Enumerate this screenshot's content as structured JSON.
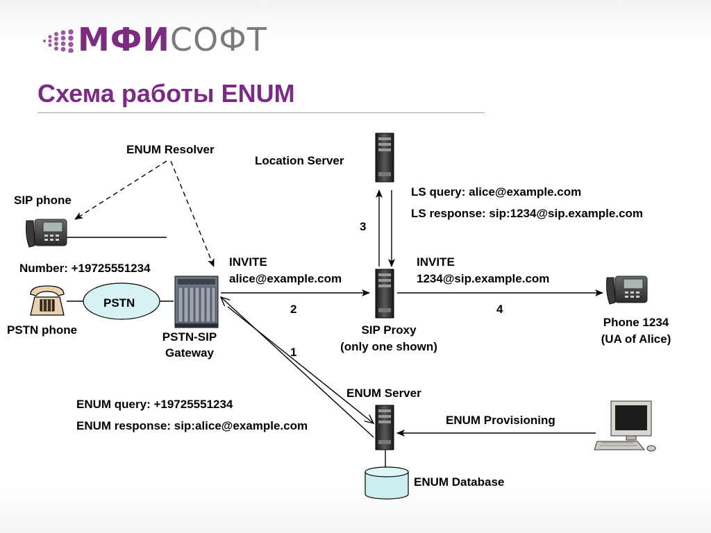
{
  "logo": {
    "part1": "МФИ",
    "part2": "СОФТ"
  },
  "title": "Схема работы ENUM",
  "labels": {
    "enum_resolver": "ENUM Resolver",
    "location_server": "Location Server",
    "sip_phone": "SIP phone",
    "ls_query": "LS query: alice@example.com",
    "ls_response": "LS response: sip:1234@sip.example.com",
    "number": "Number: +19725551234",
    "invite_left_1": "INVITE",
    "invite_left_2": "alice@example.com",
    "invite_right_1": "INVITE",
    "invite_right_2": "1234@sip.example.com",
    "pstn": "PSTN",
    "pstn_phone": "PSTN phone",
    "gateway_1": "PSTN-SIP",
    "gateway_2": "Gateway",
    "sip_proxy_1": "SIP Proxy",
    "sip_proxy_2": "(only one shown)",
    "phone1234_1": "Phone 1234",
    "phone1234_2": "(UA of Alice)",
    "enum_server": "ENUM Server",
    "enum_query": "ENUM query: +19725551234",
    "enum_response": "ENUM response: sip:alice@example.com",
    "enum_provisioning": "ENUM Provisioning",
    "enum_database": "ENUM Database"
  },
  "step_numbers": {
    "s1": "1",
    "s2": "2",
    "s3": "3",
    "s4": "4"
  },
  "colors": {
    "brand_purple": "#7b2b86",
    "pstn_fill": "#d7f2f2",
    "database_fill": "#cdeeee"
  }
}
